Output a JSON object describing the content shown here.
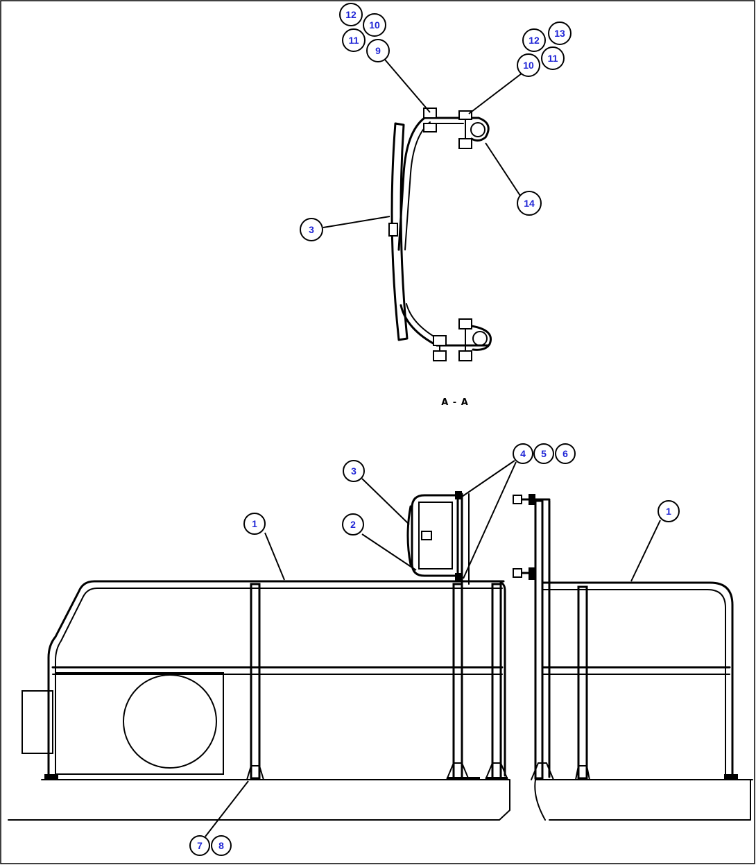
{
  "section_label": "A - A",
  "colors": {
    "callout_text": "#1f25d6",
    "line": "#000000",
    "background": "#ffffff"
  },
  "callouts_section": [
    "12",
    "10",
    "11",
    "9",
    "12",
    "13",
    "11",
    "10",
    "14",
    "3"
  ],
  "callouts_elevation": [
    "4",
    "5",
    "6",
    "3",
    "2",
    "1",
    "1",
    "7",
    "8"
  ]
}
